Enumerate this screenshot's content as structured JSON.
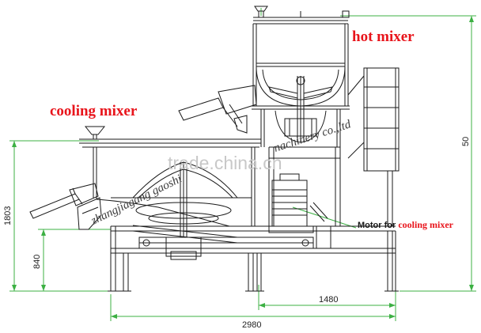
{
  "labels": {
    "hot_mixer": "hot mixer",
    "cooling_mixer": "cooling mixer",
    "motor_prefix": "Motor for ",
    "motor_suffix": "cooling mixer"
  },
  "dimensions": {
    "overall_height": "1803",
    "lower_height": "840",
    "right_height": "50",
    "center_to_right": "1480",
    "overall_width": "2980"
  },
  "watermarks": {
    "site": "trade.china.cn",
    "company_upper": "nachinery co.,ltd",
    "company_lower": "zhangjiagang gaoshi"
  },
  "colors": {
    "label_red": "#e8141b",
    "dimension_green": "#3cb043",
    "linework": "#1a1a1a",
    "background": "#ffffff"
  }
}
